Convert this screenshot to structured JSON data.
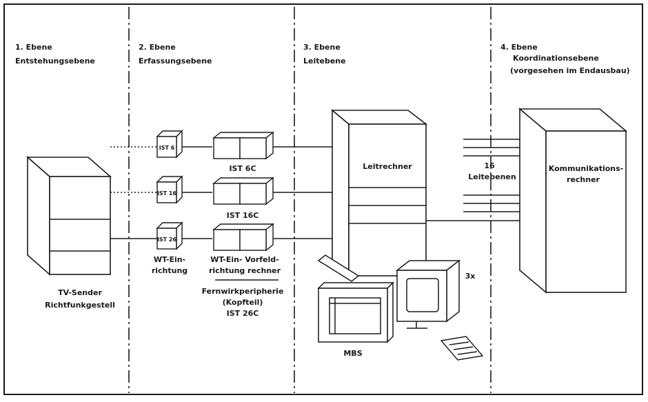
{
  "colors": {
    "ink": "#1a1a1a",
    "paper": "#ffffff"
  },
  "levels": [
    {
      "line1": "1. Ebene",
      "line2": "Entstehungsebene",
      "line3": ""
    },
    {
      "line1": "2. Ebene",
      "line2": "Erfassungsebene",
      "line3": ""
    },
    {
      "line1": "3. Ebene",
      "line2": "Leitebene",
      "line3": ""
    },
    {
      "line1": "4. Ebene",
      "line2": "Koordinationsebene",
      "line3": "(vorgesehen im Endausbau)"
    }
  ],
  "ist_small": [
    "IST 6",
    "IST 16",
    "IST 26"
  ],
  "ist_pair": [
    "IST 6C",
    "IST 16C"
  ],
  "wt_left": {
    "line1": "WT-Ein-",
    "line2": "richtung"
  },
  "wt_right": {
    "line1": "WT-Ein- Vorfeld-",
    "line2": "richtung rechner"
  },
  "fernwirk": {
    "line1": "Fernwirkperipherie",
    "line2": "(Kopfteil)",
    "line3": "IST 26C"
  },
  "tv_sender": {
    "line1": "TV-Sender",
    "line2": "Richtfunkgestell"
  },
  "leitrechner": "Leitrechner",
  "leitebenen": {
    "line1": "16",
    "line2": "Leitebenen"
  },
  "kommunikation": {
    "line1": "Kommunikations-",
    "line2": "rechner"
  },
  "mbs": "MBS",
  "terminal_count": "3x"
}
